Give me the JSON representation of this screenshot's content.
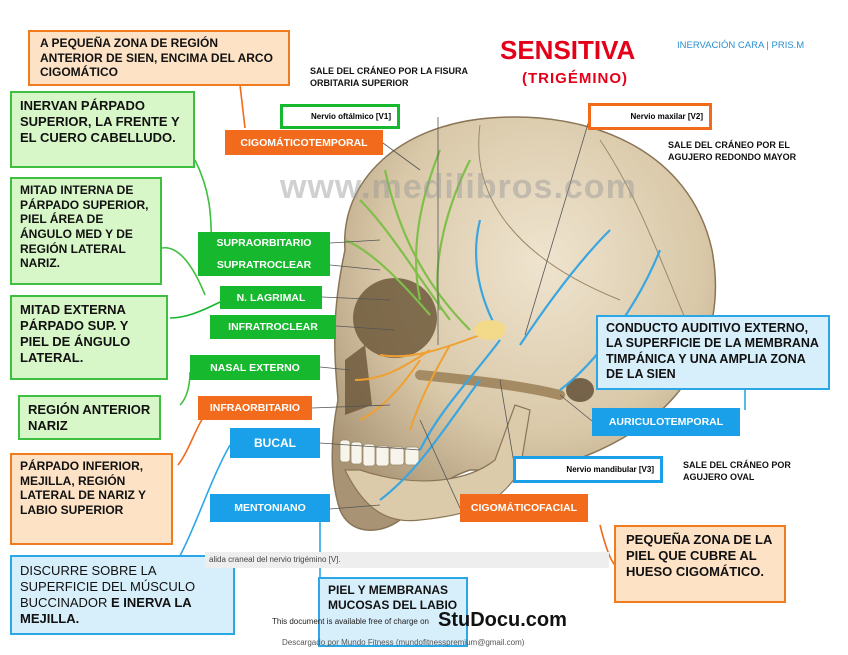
{
  "header": {
    "title": "SENSITIVA",
    "subtitle_side": "INERVACIÓN CARA | PRIS.M",
    "nerve_name": "(TRIGÉMINO)"
  },
  "exits": {
    "v1": "SALE DEL CRÁNEO POR LA FISURA ORBITARIA SUPERIOR",
    "v2": "SALE DEL CRÁNEO POR EL AGUJERO REDONDO MAYOR",
    "v3": "SALE DEL CRÁNEO POR AGUJERO OVAL"
  },
  "nerve_labels": {
    "v1": "Nervio oftálmico [V1]",
    "v2": "Nervio maxilar [V2]",
    "v3": "Nervio mandibular [V3]"
  },
  "tags": {
    "cigomaticotemporal": "CIGOMÁTICOTEMPORAL",
    "supraorbitario": "SUPRAORBITARIO",
    "supratroclear": "SUPRATROCLEAR",
    "lagrimal": "N. LAGRIMAL",
    "infratroclear": "INFRATROCLEAR",
    "nasal_externo": "NASAL EXTERNO",
    "infraorbitario": "INFRAORBITARIO",
    "bucal": "BUCAL",
    "mentoniano": "MENTONIANO",
    "auriculotemporal": "AURICULOTEMPORAL",
    "cigomaticofacial": "CIGOMÁTICOFACIAL"
  },
  "descriptions": {
    "cigomaticotemporal": "A PEQUEÑA ZONA DE REGIÓN ANTERIOR DE SIEN, ENCIMA DEL ARCO CIGOMÁTICO",
    "supraorbitario": "INERVAN PÁRPADO SUPERIOR, LA FRENTE Y EL CUERO CABELLUDO.",
    "infratroclear": "MITAD INTERNA DE PÁRPADO SUPERIOR, PIEL ÁREA DE ÁNGULO MED Y DE REGIÓN LATERAL NARIZ.",
    "lagrimal": "MITAD EXTERNA PÁRPADO SUP. Y PIEL DE ÁNGULO LATERAL.",
    "nasal_externo": "REGIÓN ANTERIOR NARIZ",
    "infraorbitario": "PÁRPADO INFERIOR, MEJILLA, REGIÓN LATERAL DE NARIZ Y LABIO SUPERIOR",
    "bucal": "DISCURRE SOBRE LA SUPERFICIE DEL MÚSCULO BUCCINADOR",
    "bucal_bold": " E INERVA LA MEJILLA.",
    "auriculotemporal": "CONDUCTO AUDITIVO EXTERNO, LA SUPERFICIE DE LA MEMBRANA TIMPÁNICA Y UNA AMPLIA ZONA DE LA SIEN",
    "cigomaticofacial": "PEQUEÑA ZONA DE LA PIEL QUE CUBRE AL HUESO CIGOMÁTICO.",
    "mentoniano": "PIEL Y MEMBRANAS MUCOSAS DEL LABIO"
  },
  "watermark": "www.medilibros.com",
  "caption": "alida craneal del nervio trigémino [V].",
  "footer": {
    "free_text": "This document is available free of charge on",
    "brand": "StuDocu.com",
    "downloaded": "Descargado por Mundo Fitness (mundofitnesspremium@gmail.com)"
  },
  "colors": {
    "orange": "#f26b1d",
    "green": "#16b82e",
    "blue": "#1aa0e8",
    "red_title": "#e5001a",
    "nerve_green": "#7fbf4a",
    "nerve_orange": "#f0a030",
    "nerve_blue": "#3aa6e0"
  }
}
